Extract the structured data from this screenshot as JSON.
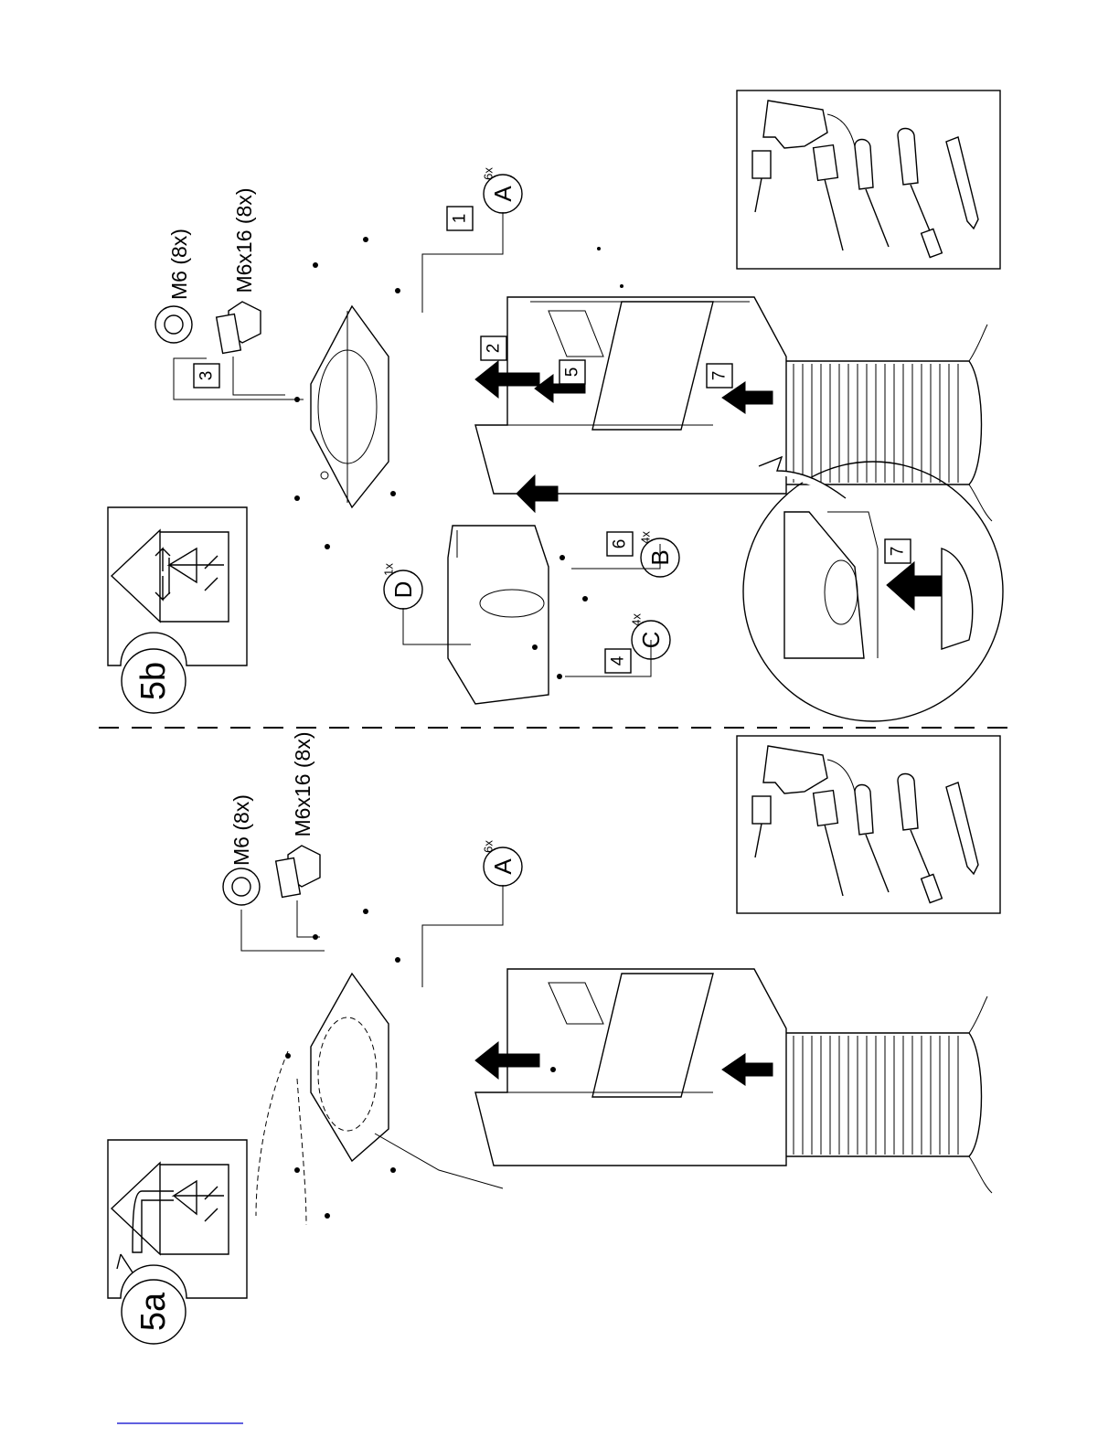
{
  "panel_a": {
    "label": "5a",
    "washer_label": "M6 (8x)",
    "bolt_label": "M6x16 (8x)",
    "part_a_letter": "A",
    "part_a_qty": "6x"
  },
  "panel_b": {
    "label": "5b",
    "washer_label": "M6 (8x)",
    "bolt_label": "M6x16 (8x)",
    "part_a_letter": "A",
    "part_a_qty": "6x",
    "part_b_letter": "B",
    "part_b_qty": "4x",
    "part_c_letter": "C",
    "part_c_qty": "4x",
    "part_d_letter": "D",
    "part_d_qty": "1x",
    "steps": [
      "1",
      "2",
      "3",
      "4",
      "5",
      "6",
      "7"
    ],
    "detail_step": "7"
  },
  "tools": [
    "drill",
    "tape-measure",
    "screwdriver",
    "nut-driver",
    "pencil"
  ],
  "colors": {
    "ink": "#000000",
    "footer_link": "#0000cc"
  }
}
